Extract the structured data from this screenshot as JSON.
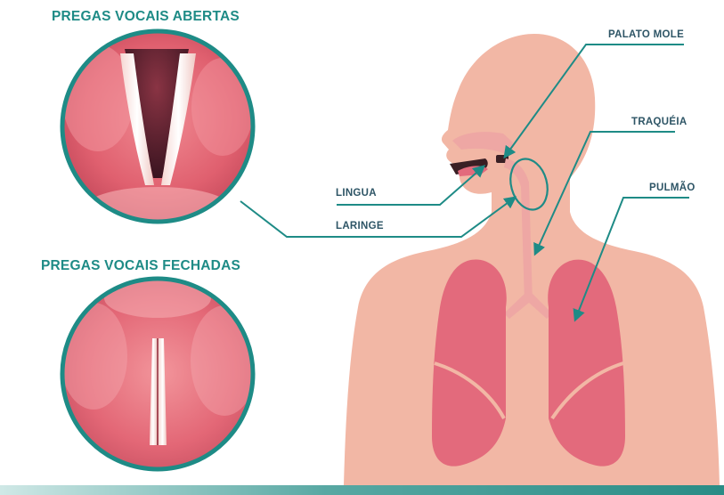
{
  "headings": {
    "open": "PREGAS VOCAIS ABERTAS",
    "closed": "PREGAS VOCAIS FECHADAS"
  },
  "labels": {
    "palato_mole": "PALATO MOLE",
    "traqueia": "TRAQUÉIA",
    "pulmao": "PULMÃO",
    "lingua": "LINGUA",
    "laringe": "LARINGE"
  },
  "colors": {
    "accent": "#1e8b86",
    "label_text": "#2e5566",
    "body": "#f2b7a5",
    "lung": "#e36a7c",
    "airway": "#eea7a4",
    "mouth_dark": "#3a1f24",
    "endoscopy_bg": "#d9586a"
  }
}
